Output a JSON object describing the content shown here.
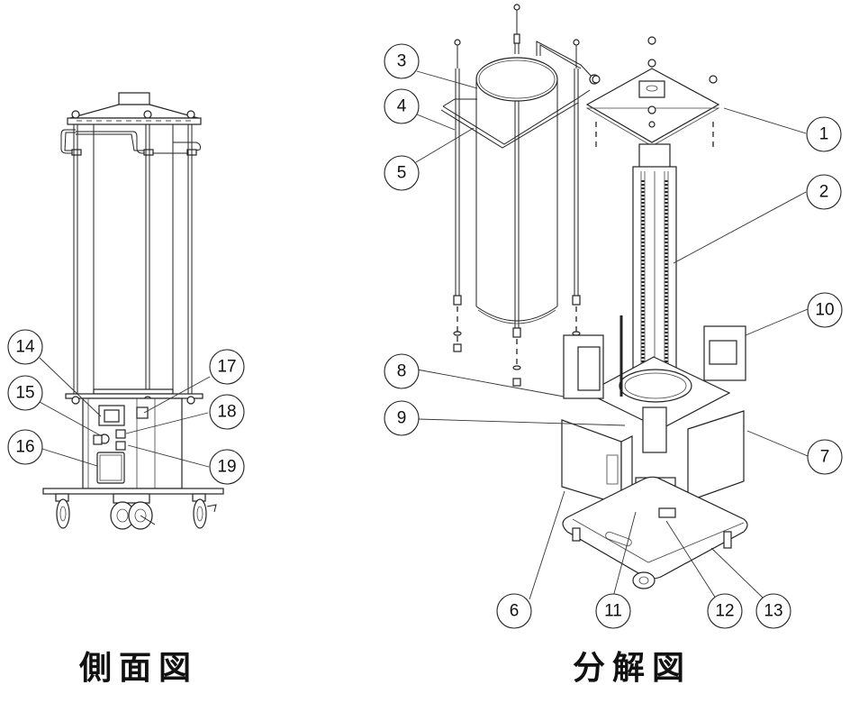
{
  "figures": {
    "side_view": {
      "title": "側面図",
      "callouts": [
        "14",
        "15",
        "16",
        "17",
        "18",
        "19"
      ]
    },
    "exploded_view": {
      "title": "分解図",
      "callouts": [
        "1",
        "2",
        "3",
        "4",
        "5",
        "6",
        "7",
        "8",
        "9",
        "10",
        "11",
        "12",
        "13"
      ]
    }
  }
}
